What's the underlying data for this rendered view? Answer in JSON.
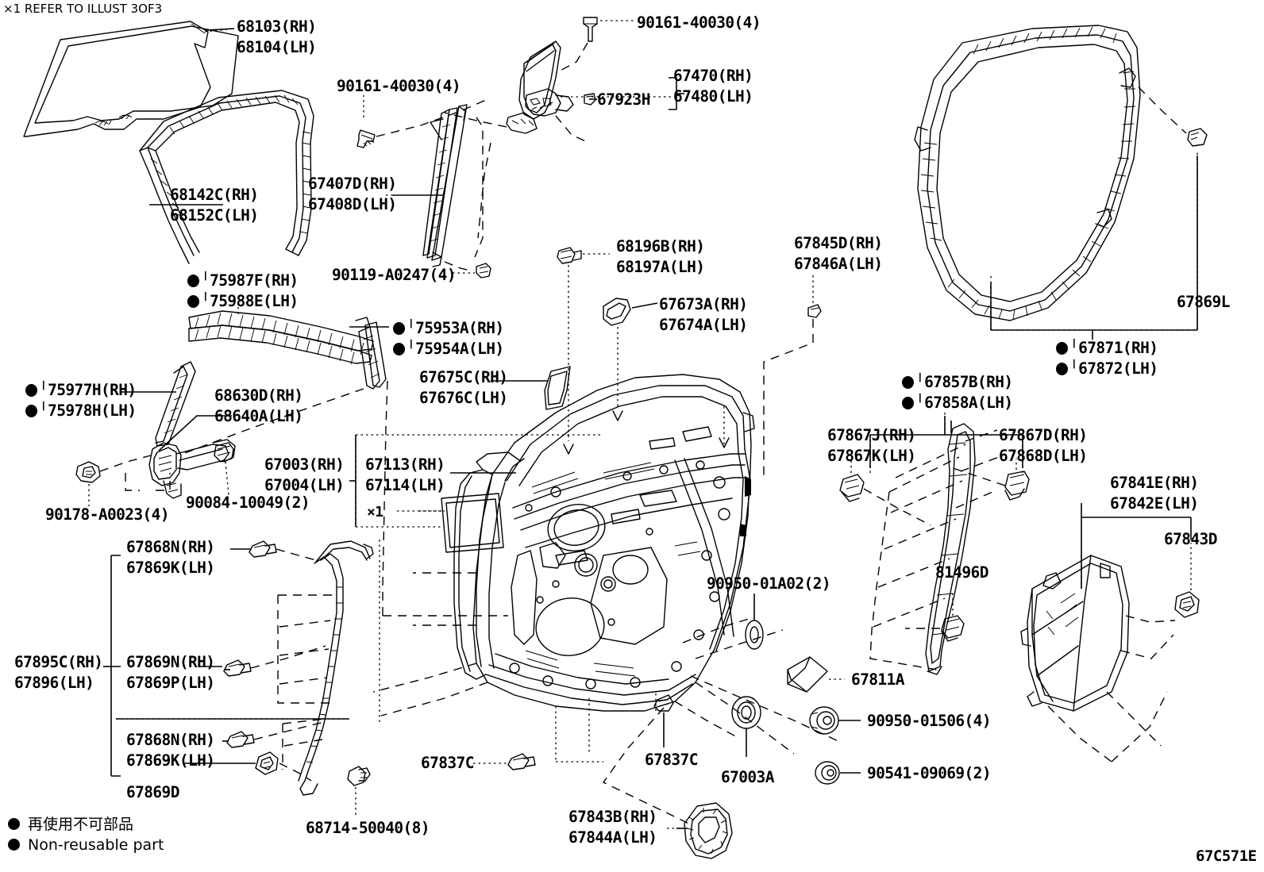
{
  "diagram": {
    "id": "67C571E",
    "top_note": "×1 REFER TO ILLUST 3OF3",
    "marker_note": "×1",
    "legend": {
      "jp": "再使用不可部品",
      "en": "Non-reusable part"
    }
  },
  "labels": {
    "glass": {
      "rh": "68103(RH)",
      "lh": "68104(LH)"
    },
    "run_channel": {
      "rh": "68142C(RH)",
      "lh": "68152C(LH)"
    },
    "screw_top": "90161-40030(4)",
    "screw_left": "90161-40030(4)",
    "division_bar": {
      "rh": "67407D(RH)",
      "lh": "67408D(LH)"
    },
    "mirror_garnish": {
      "rh": "67470(RH)",
      "lh": "67480(LH)"
    },
    "mirror_clip": "67923H",
    "bolt_90119": "90119-A0247(4)",
    "belt_mould_up": {
      "rh": "╵75987F(RH)",
      "lh": "╵75988E(LH)"
    },
    "belt_mould_fr": {
      "rh": "╵75977H(RH)",
      "lh": "╵75978H(LH)"
    },
    "strip_75953": {
      "rh": "╵75953A(RH)",
      "lh": "╵75954A(LH)"
    },
    "regulator": {
      "rh": "68630D(RH)",
      "lh": "68640A(LH)"
    },
    "nut_90178": "90178-A0023(4)",
    "bolt_90084": "90084-10049(2)",
    "hinge_67003": {
      "rh": "67003(RH)",
      "lh": "67004(LH)"
    },
    "panel_67113": {
      "rh": "67113(RH)",
      "lh": "67114(LH)"
    },
    "garnish_67675": {
      "rh": "67675C(RH)",
      "lh": "67676C(LH)"
    },
    "clip_68196": {
      "rh": "68196B(RH)",
      "lh": "68197A(LH)"
    },
    "cover_67673": {
      "rh": "67673A(RH)",
      "lh": "67674A(LH)"
    },
    "clip_67845": {
      "rh": "67845D(RH)",
      "lh": "67846A(LH)"
    },
    "ws_67869l": "67869L",
    "ws_67871": {
      "rh": "╵67871(RH)",
      "lh": "╵67872(LH)"
    },
    "ws_67857": {
      "rh": "╵67857B(RH)",
      "lh": "╵67858A(LH)"
    },
    "clip_67867j": {
      "rh": "67867J(RH)",
      "lh": "67867K(LH)"
    },
    "clip_67867d": {
      "rh": "67867D(RH)",
      "lh": "67868D(LH)"
    },
    "pocket_67841": {
      "rh": "67841E(RH)",
      "lh": "67842E(LH)"
    },
    "plug_67843d": "67843D",
    "clip_81496d": "81496D",
    "cable_67868n_top": {
      "rh": "67868N(RH)",
      "lh": "67869K(LH)"
    },
    "cable_67869n": {
      "rh": "67869N(RH)",
      "lh": "67869P(LH)"
    },
    "cable_67868n_bot": {
      "rh": "67868N(RH)",
      "lh": "67869K(LH)"
    },
    "cable_67869d": "67869D",
    "weather_67895": {
      "rh": "67895C(RH)",
      "lh": "67896(LH)"
    },
    "clip_68714": "68714-50040(8)",
    "clip_67837c_left": "67837C",
    "clip_67837c_mid": "67837C",
    "plug_67003a": "67003A",
    "seal_67811a": "67811A",
    "grommet_90950_a02": "90950-01A02(2)",
    "grommet_90950_1506": "90950-01506(4)",
    "grommet_90541": "90541-09069(2)",
    "cover_67843b": {
      "rh": "67843B(RH)",
      "lh": "67844A(LH)"
    }
  }
}
